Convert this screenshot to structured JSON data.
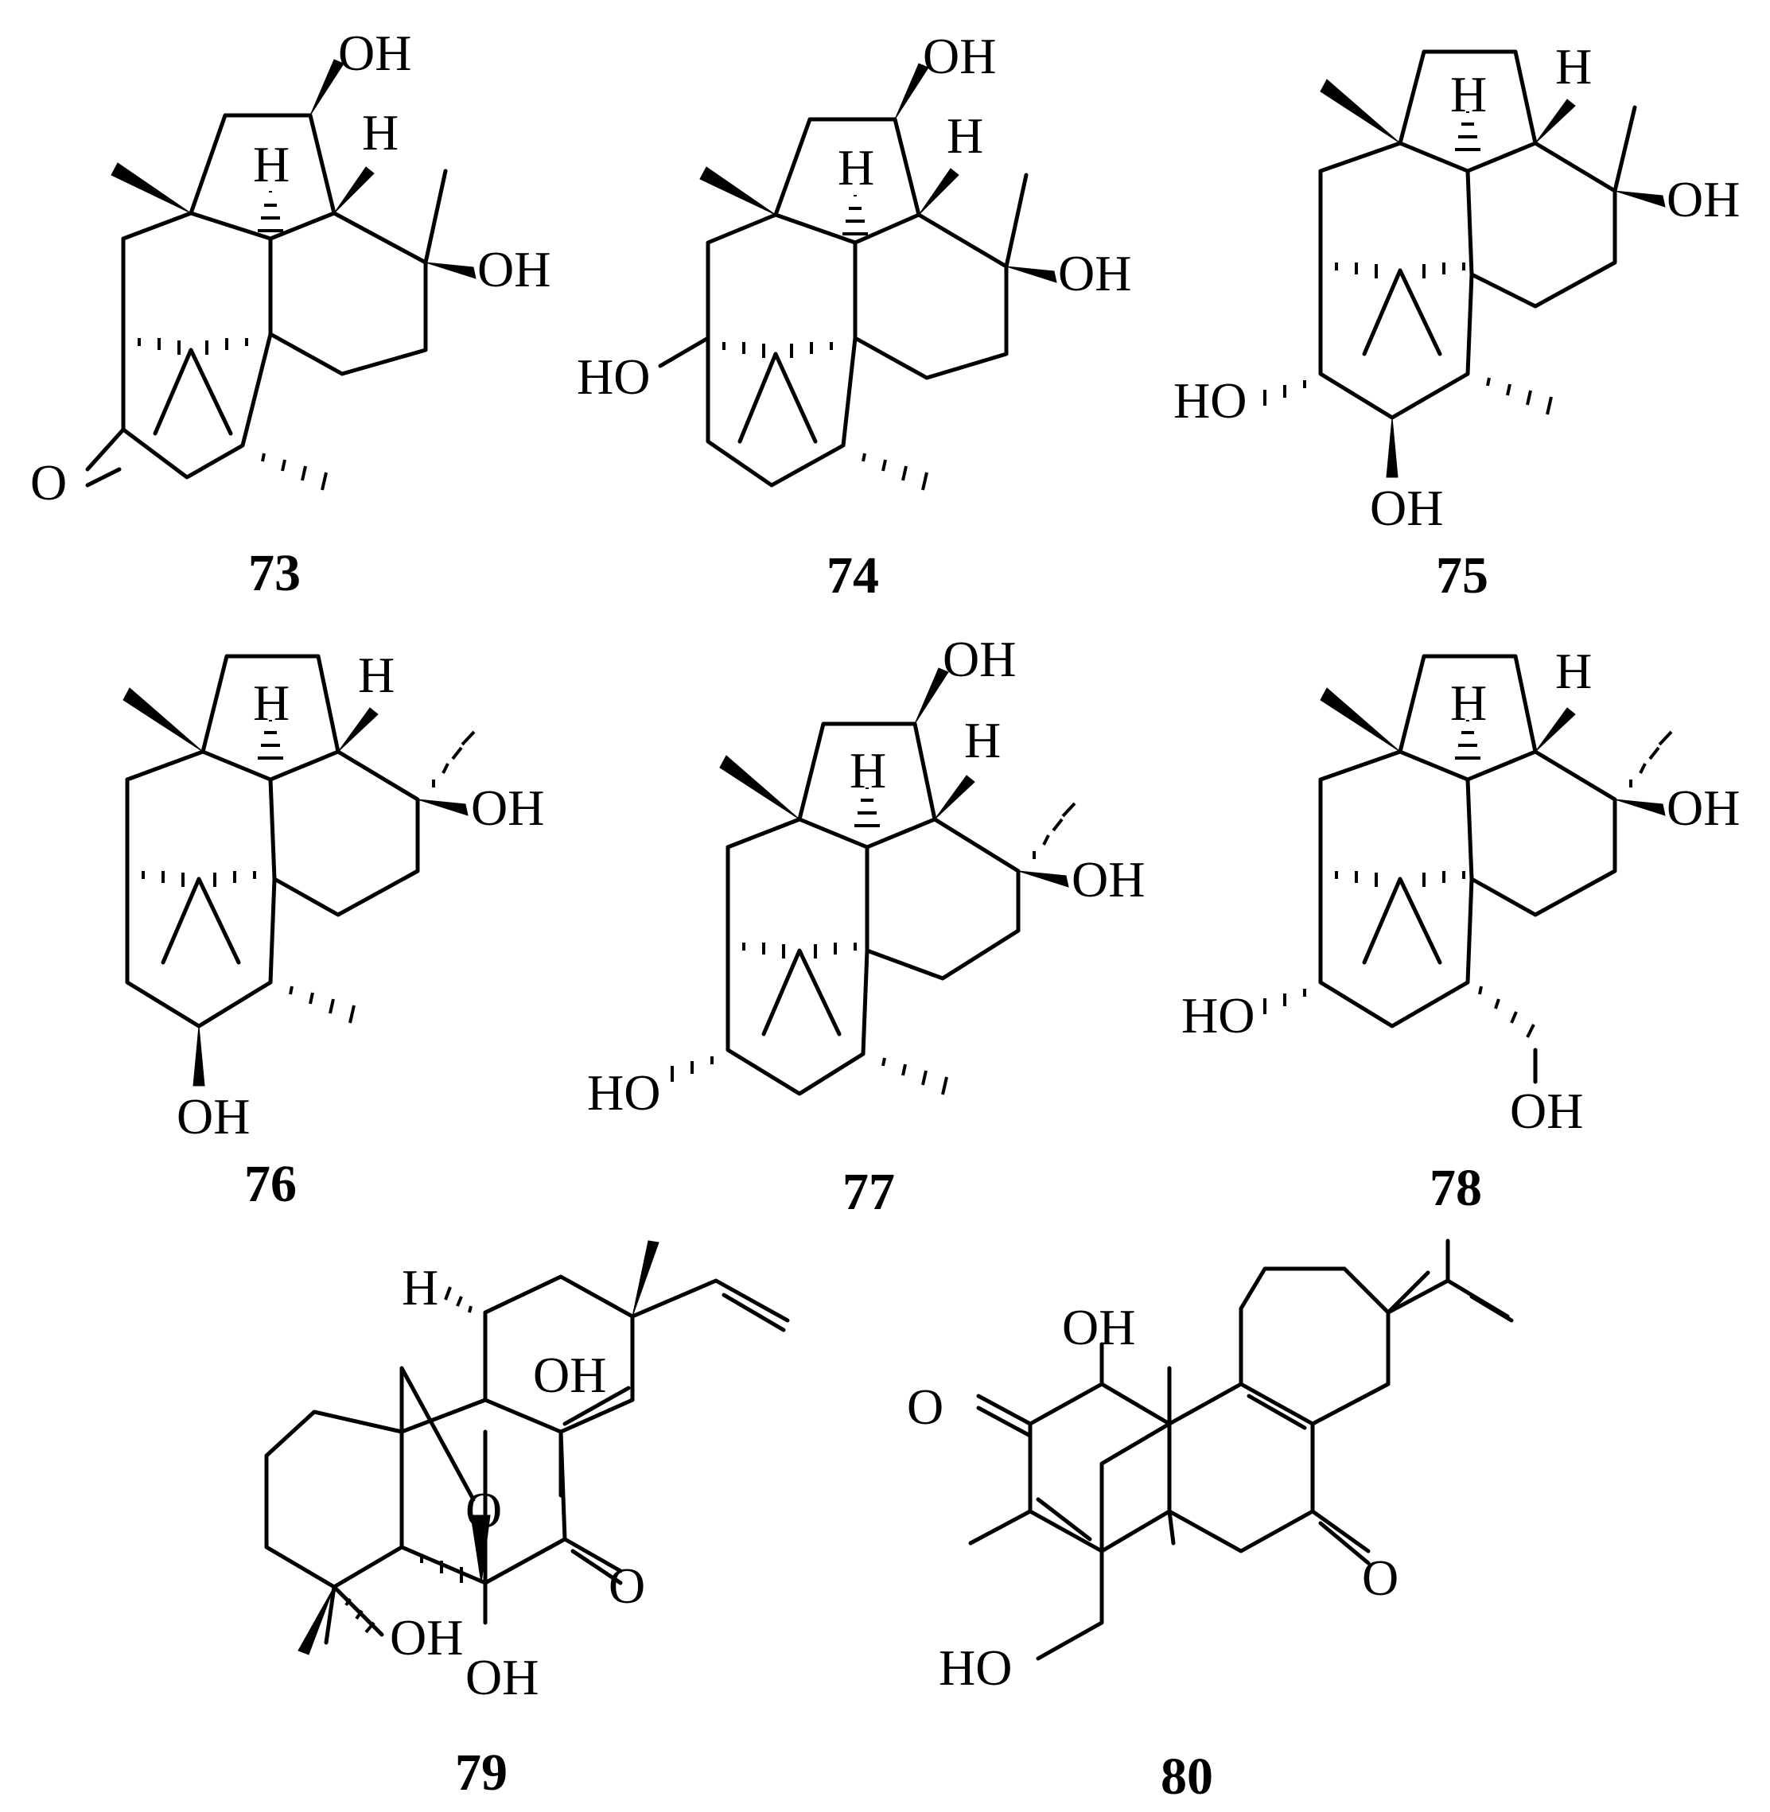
{
  "compounds": [
    {
      "id": "73",
      "labels": [
        "OH",
        "H",
        "H",
        "OH",
        "O"
      ]
    },
    {
      "id": "74",
      "labels": [
        "OH",
        "H",
        "H",
        "OH",
        "HO"
      ]
    },
    {
      "id": "75",
      "labels": [
        "H",
        "H",
        "OH",
        "HO",
        "OH"
      ]
    },
    {
      "id": "76",
      "labels": [
        "H",
        "H",
        "OH",
        "OH"
      ]
    },
    {
      "id": "77",
      "labels": [
        "OH",
        "H",
        "H",
        "OH",
        "HO"
      ]
    },
    {
      "id": "78",
      "labels": [
        "H",
        "H",
        "OH",
        "HO",
        "OH"
      ]
    },
    {
      "id": "79",
      "labels": [
        "H",
        "OH",
        "O",
        "O",
        "OH",
        "OH"
      ]
    },
    {
      "id": "80",
      "labels": [
        "OH",
        "O",
        "O",
        "HO"
      ]
    }
  ]
}
